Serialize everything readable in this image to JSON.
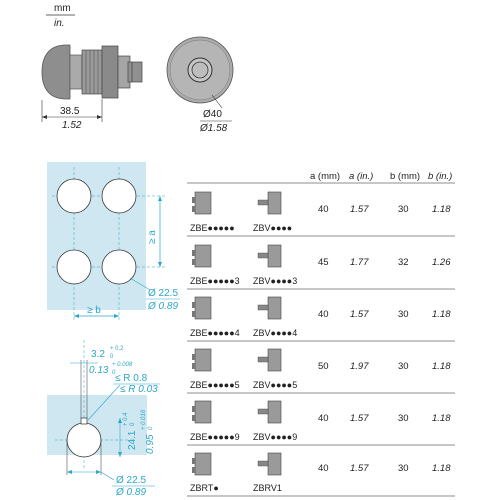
{
  "units": {
    "metric": "mm",
    "imperial": "in."
  },
  "top_view": {
    "width_mm": "38.5",
    "width_in": "1.52",
    "diameter_mm": "Ø40",
    "diameter_in": "Ø1.58"
  },
  "cutout": {
    "label_a": "≥ a",
    "label_b": "≥ b",
    "hole_mm": "Ø 22.5",
    "hole_in": "Ø 0.89"
  },
  "keyed": {
    "key_mm": "3.2",
    "key_mm_tol": "+ 0.2",
    "key_mm_tol0": "0",
    "key_in": "0.13",
    "key_in_tol": "+ 0.008",
    "key_in_tol0": "0",
    "r_mm": "≤ R 0.8",
    "r_in": "≤ R 0.03",
    "h_mm": "24.1",
    "h_mm_tol": "+ 0.4",
    "h_mm_tol0": "0",
    "h_in": "0.95",
    "h_in_tol": "+ 0.016",
    "h_in_tol0": "0",
    "hole_mm": "Ø 22.5",
    "hole_in": "Ø 0.89"
  },
  "table": {
    "headers": [
      "a (mm)",
      "a (in.)",
      "b (mm)",
      "b (in.)"
    ],
    "rows": [
      {
        "ref1": "ZBE●●●●●",
        "ref2": "ZBV●●●●",
        "a_mm": "40",
        "a_in": "1.57",
        "b_mm": "30",
        "b_in": "1.18"
      },
      {
        "ref1": "ZBE●●●●●3",
        "ref2": "ZBV●●●●3",
        "a_mm": "45",
        "a_in": "1.77",
        "b_mm": "32",
        "b_in": "1.26"
      },
      {
        "ref1": "ZBE●●●●●4",
        "ref2": "ZBV●●●●4",
        "a_mm": "40",
        "a_in": "1.57",
        "b_mm": "30",
        "b_in": "1.18"
      },
      {
        "ref1": "ZBE●●●●●5",
        "ref2": "ZBV●●●●5",
        "a_mm": "50",
        "a_in": "1.97",
        "b_mm": "30",
        "b_in": "1.18"
      },
      {
        "ref1": "ZBE●●●●●9",
        "ref2": "ZBV●●●●9",
        "a_mm": "40",
        "a_in": "1.57",
        "b_mm": "30",
        "b_in": "1.18"
      },
      {
        "ref1": "ZBRT●",
        "ref2": "ZBRV1",
        "a_mm": "40",
        "a_in": "1.57",
        "b_mm": "30",
        "b_in": "1.18"
      }
    ]
  }
}
